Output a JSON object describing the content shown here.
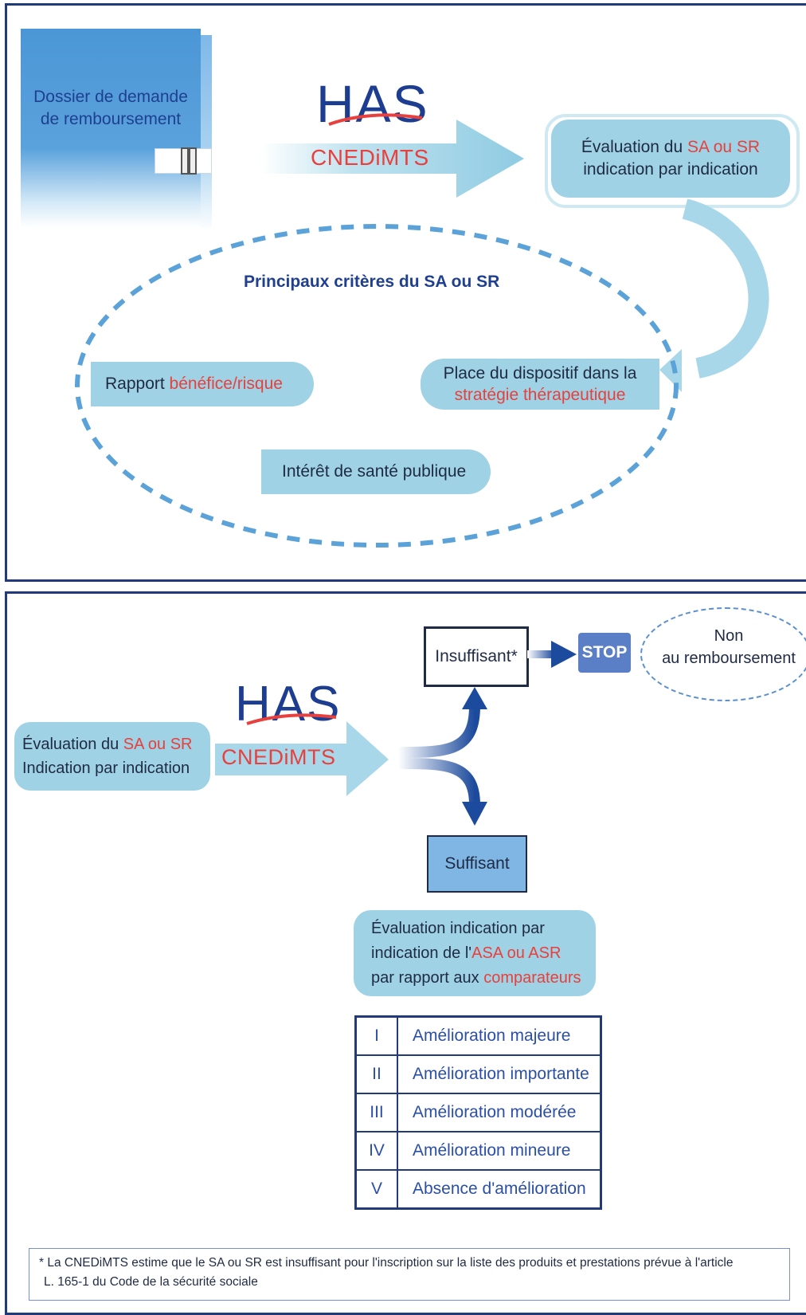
{
  "top": {
    "dossier": [
      "Dossier de demande",
      "de remboursement"
    ],
    "logo": {
      "has": "HAS",
      "sub": "CNEDiMTS"
    },
    "evaluation": {
      "line1_a": "Évaluation du ",
      "line1_b": "SA ou SR",
      "line2": "indication par indication"
    },
    "criteria_title": "Principaux critères du SA ou SR",
    "criteria": {
      "rapport_a": "Rapport ",
      "rapport_b": "bénéfice/risque",
      "place_line1": "Place du dispositif dans la",
      "place_line2": "stratégie thérapeutique",
      "interet": "Intérêt de santé publique"
    }
  },
  "bottom": {
    "evaluation": {
      "line1_a": "Évaluation du ",
      "line1_b": "SA ou SR",
      "line2": "Indication par indication"
    },
    "logo": {
      "has": "HAS",
      "sub": "CNEDiMTS"
    },
    "insuffisant": "Insuffisant*",
    "stop": "STOP",
    "non_remb": [
      "Non",
      "au remboursement"
    ],
    "suffisant": "Suffisant",
    "asr": {
      "line1": "Évaluation indication par",
      "line2_a": "indication de l'",
      "line2_b": "ASA ou ASR",
      "line3_a": "par rapport aux ",
      "line3_b": "comparateurs"
    },
    "levels": [
      {
        "num": "I",
        "label": "Amélioration majeure"
      },
      {
        "num": "II",
        "label": "Amélioration importante"
      },
      {
        "num": "III",
        "label": "Amélioration modérée"
      },
      {
        "num": "IV",
        "label": "Amélioration mineure"
      },
      {
        "num": "V",
        "label": "Absence d'amélioration"
      }
    ],
    "footnote": [
      "* La CNEDiMTS estime que le SA ou SR est insuffisant pour l'inscription sur la liste des produits et prestations prévue  à l'article",
      "L. 165-1 du Code de la sécurité sociale"
    ]
  },
  "colors": {
    "navy": "#22397a",
    "red": "#e8403c",
    "light_blue": "#9fd2e4",
    "mid_blue": "#5b9bd5",
    "stop_blue": "#5a7fc6"
  }
}
